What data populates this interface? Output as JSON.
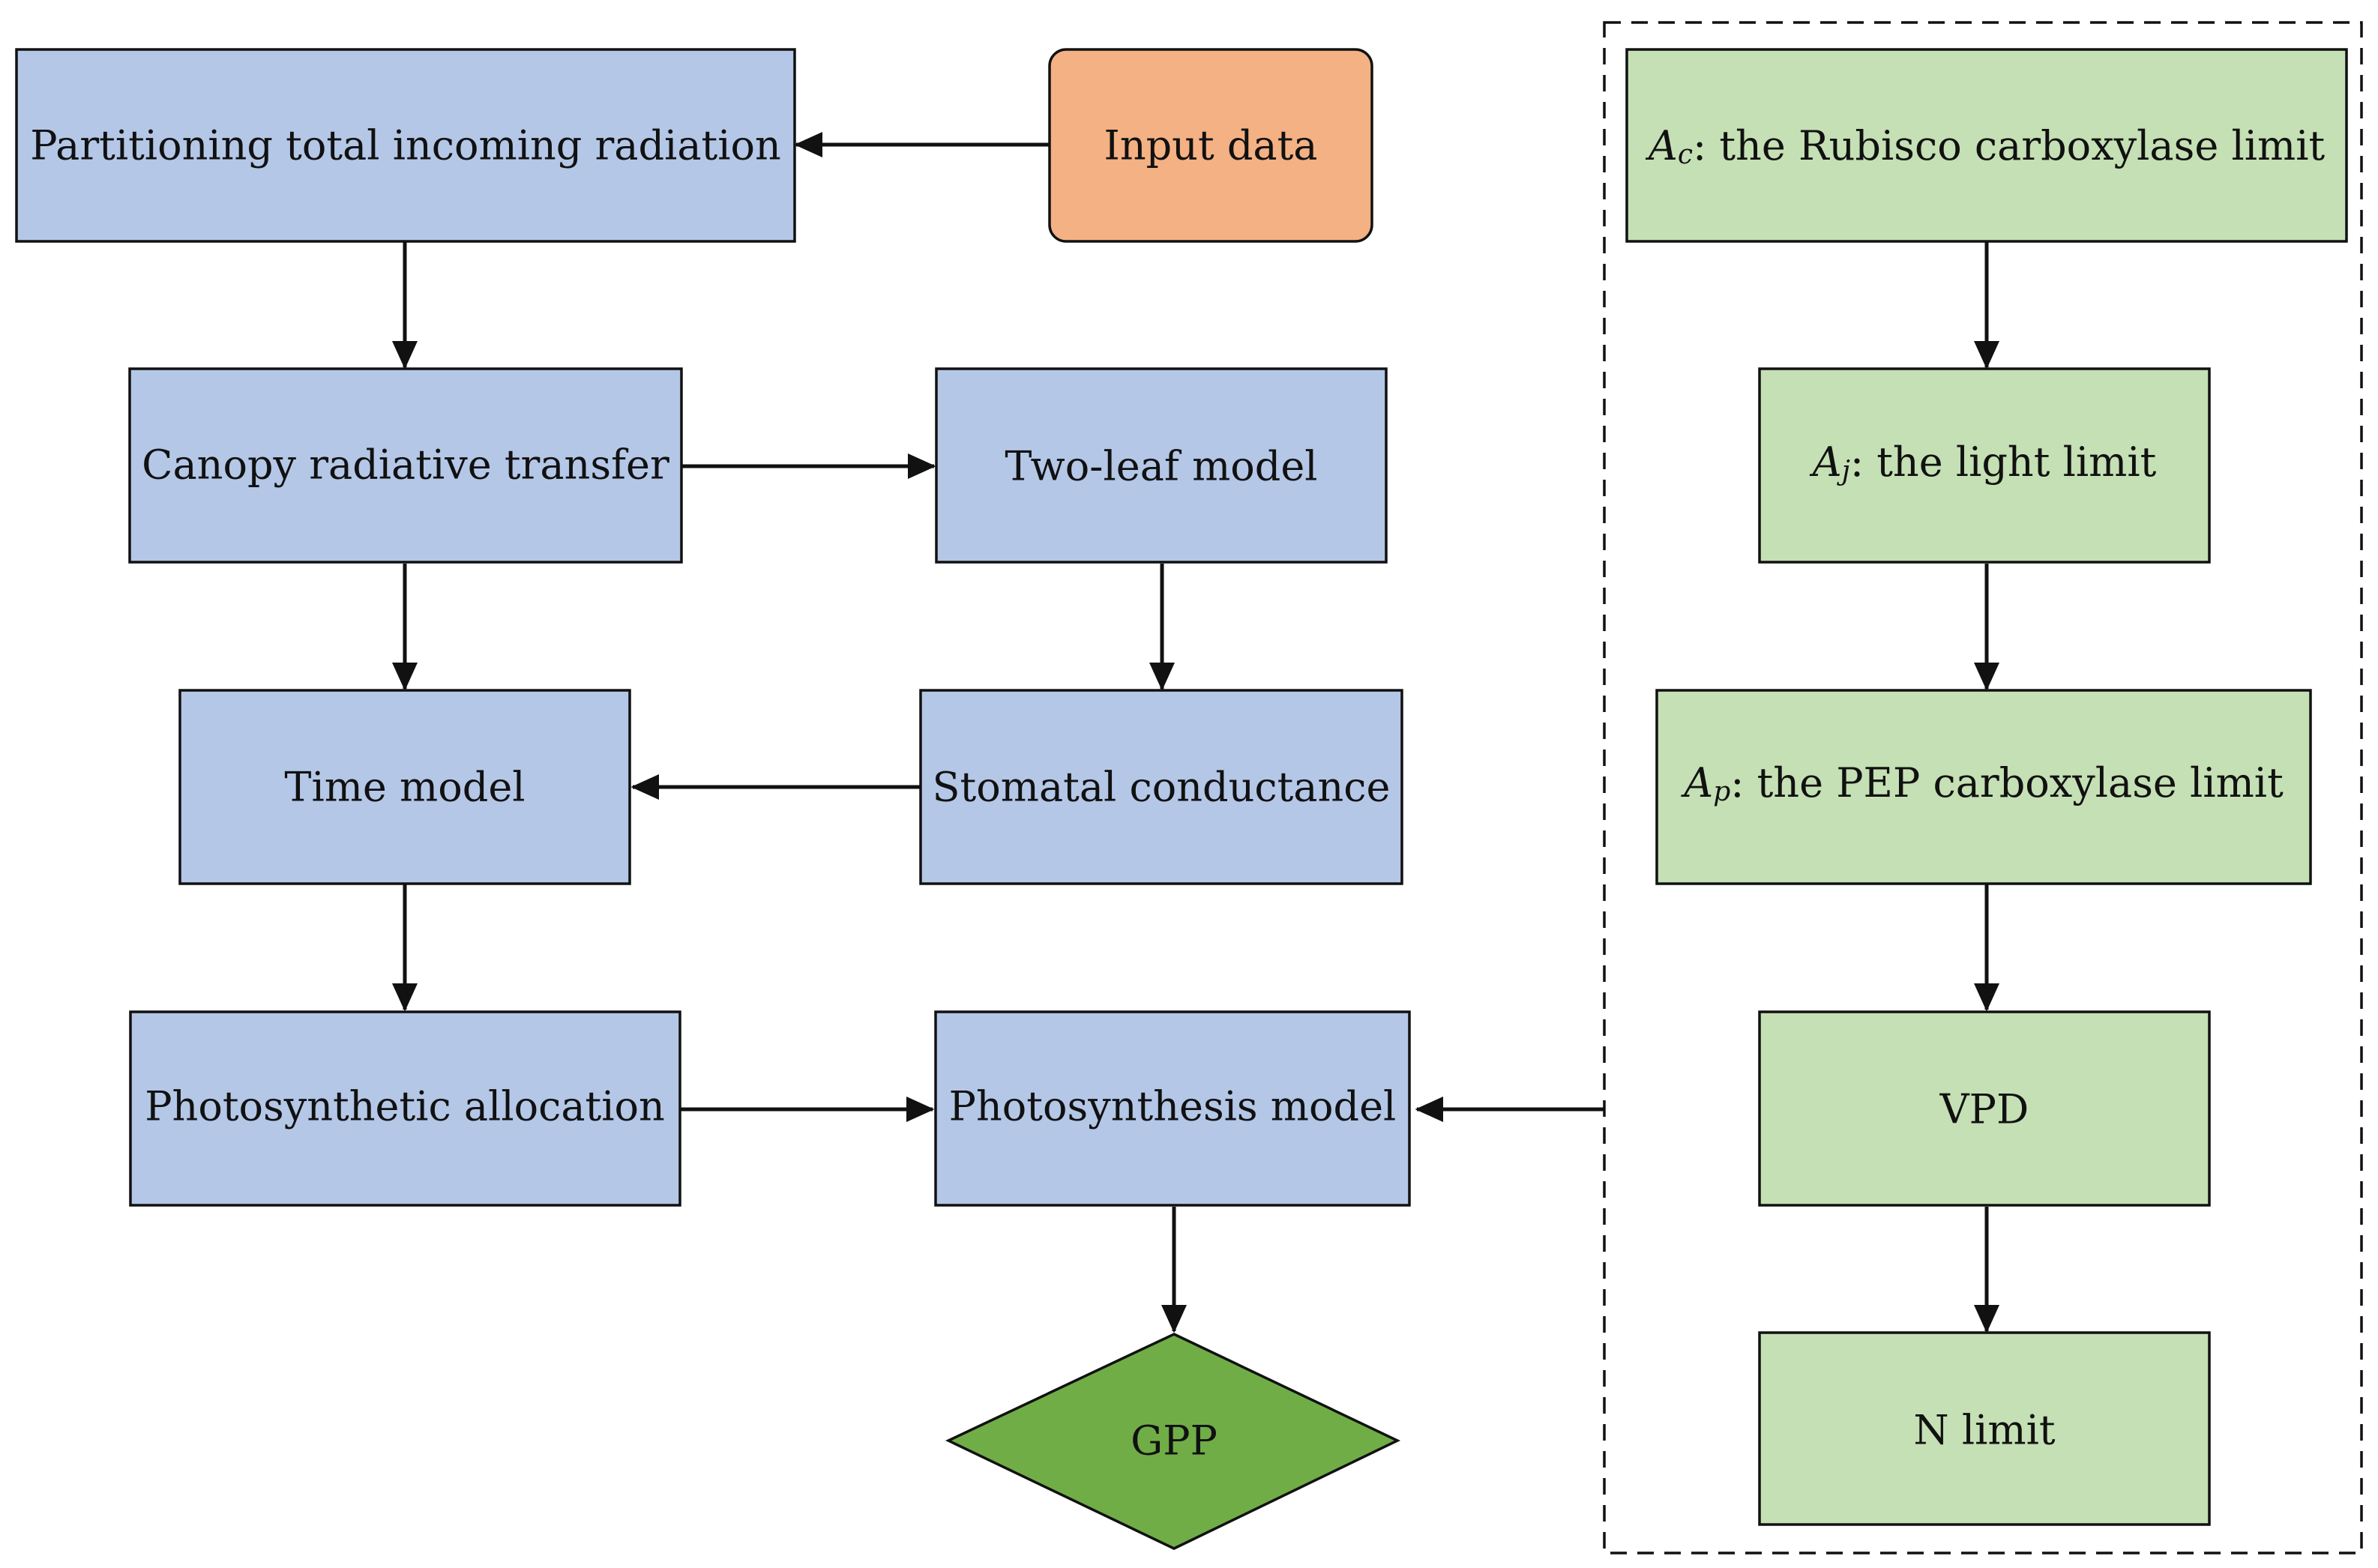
{
  "colors": {
    "process_box": "#b4c7e7",
    "input_box": "#f4b183",
    "limit_box": "#c5e0b4",
    "output_diamond": "#70ad47",
    "stroke": "#111111"
  },
  "nodes": {
    "partitioning": {
      "label": "Partitioning total incoming radiation"
    },
    "input": {
      "label": "Input data"
    },
    "canopy": {
      "label": "Canopy radiative transfer"
    },
    "two_leaf": {
      "label": "Two-leaf model"
    },
    "time_model": {
      "label": "Time model"
    },
    "stomatal": {
      "label": "Stomatal conductance"
    },
    "allocation": {
      "label": "Photosynthetic allocation"
    },
    "photosynthesis": {
      "label": "Photosynthesis model"
    },
    "gpp": {
      "label": "GPP"
    },
    "ac": {
      "symbol": "A",
      "subscript": "c",
      "label": ": the Rubisco carboxylase limit"
    },
    "aj": {
      "symbol": "A",
      "subscript": "j",
      "label": ": the light limit"
    },
    "ap": {
      "symbol": "A",
      "subscript": "p",
      "label": ": the PEP carboxylase limit"
    },
    "vpd": {
      "label": "VPD"
    },
    "n_limit": {
      "label": "N limit"
    }
  },
  "edges": [
    {
      "from": "input",
      "to": "partitioning"
    },
    {
      "from": "partitioning",
      "to": "canopy"
    },
    {
      "from": "canopy",
      "to": "two_leaf"
    },
    {
      "from": "canopy",
      "to": "time_model"
    },
    {
      "from": "two_leaf",
      "to": "stomatal"
    },
    {
      "from": "stomatal",
      "to": "time_model"
    },
    {
      "from": "time_model",
      "to": "allocation"
    },
    {
      "from": "allocation",
      "to": "photosynthesis"
    },
    {
      "from": "limits_group",
      "to": "photosynthesis"
    },
    {
      "from": "photosynthesis",
      "to": "gpp"
    },
    {
      "from": "ac",
      "to": "aj"
    },
    {
      "from": "aj",
      "to": "ap"
    },
    {
      "from": "ap",
      "to": "vpd"
    },
    {
      "from": "vpd",
      "to": "n_limit"
    }
  ]
}
